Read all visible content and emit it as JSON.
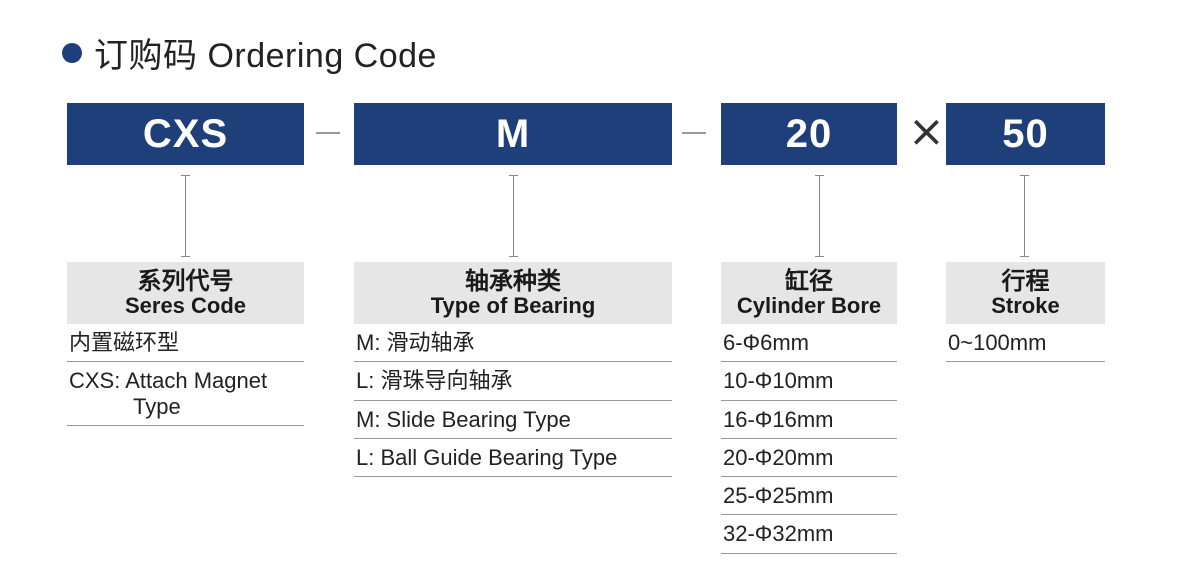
{
  "heading": "订购码 Ordering Code",
  "codes": {
    "series": "CXS",
    "bearing": "M",
    "bore": "20",
    "stroke": "50",
    "separator_times": "×"
  },
  "columns": {
    "series": {
      "title_zh": "系列代号",
      "title_en": "Seres Code",
      "rows": [
        "内置磁环型"
      ],
      "attach_line1": "CXS: Attach Magnet",
      "attach_line2": "Type"
    },
    "bearing": {
      "title_zh": "轴承种类",
      "title_en": "Type of Bearing",
      "rows": [
        "M: 滑动轴承",
        "L: 滑珠导向轴承",
        "M: Slide Bearing Type",
        "L: Ball Guide Bearing Type"
      ]
    },
    "bore": {
      "title_zh": "缸径",
      "title_en": "Cylinder Bore",
      "rows": [
        "6-Φ6mm",
        "10-Φ10mm",
        "16-Φ16mm",
        "20-Φ20mm",
        "25-Φ25mm",
        "32-Φ32mm"
      ]
    },
    "stroke": {
      "title_zh": "行程",
      "title_en": "Stroke",
      "rows": [
        "0~100mm"
      ]
    }
  },
  "colors": {
    "accent": "#1f3f7a",
    "header_bg": "#e6e6e6"
  }
}
